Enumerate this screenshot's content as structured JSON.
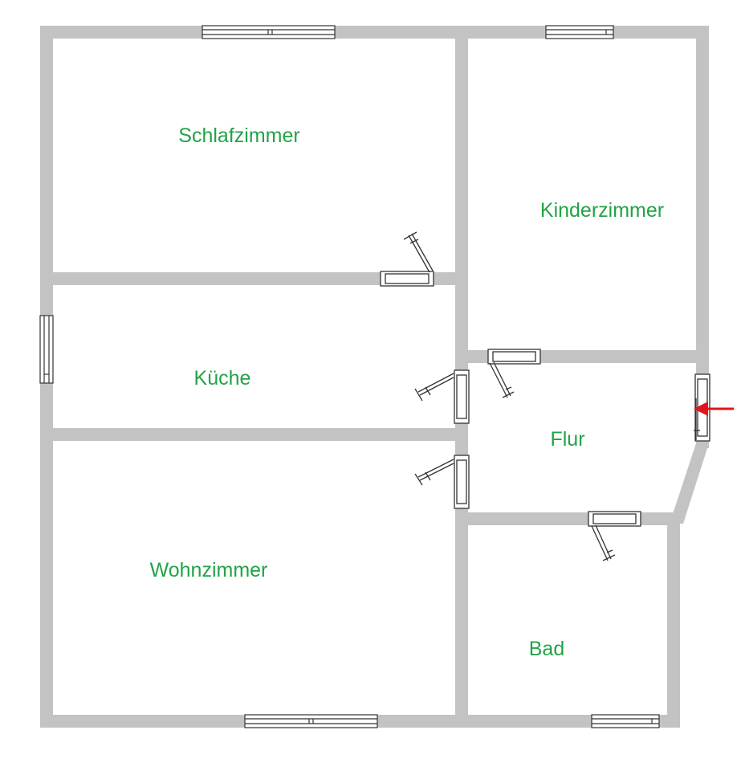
{
  "rooms": {
    "schlafzimmer": "Schlafzimmer",
    "kinderzimmer": "Kinderzimmer",
    "kueche": "Küche",
    "flur": "Flur",
    "wohnzimmer": "Wohnzimmer",
    "bad": "Bad"
  },
  "colors": {
    "wall": "#c3c3c3",
    "label": "#21a346",
    "arrow": "#e3141b",
    "symbol": "#333333"
  },
  "icons": {
    "entrance": "arrow-left-icon"
  }
}
